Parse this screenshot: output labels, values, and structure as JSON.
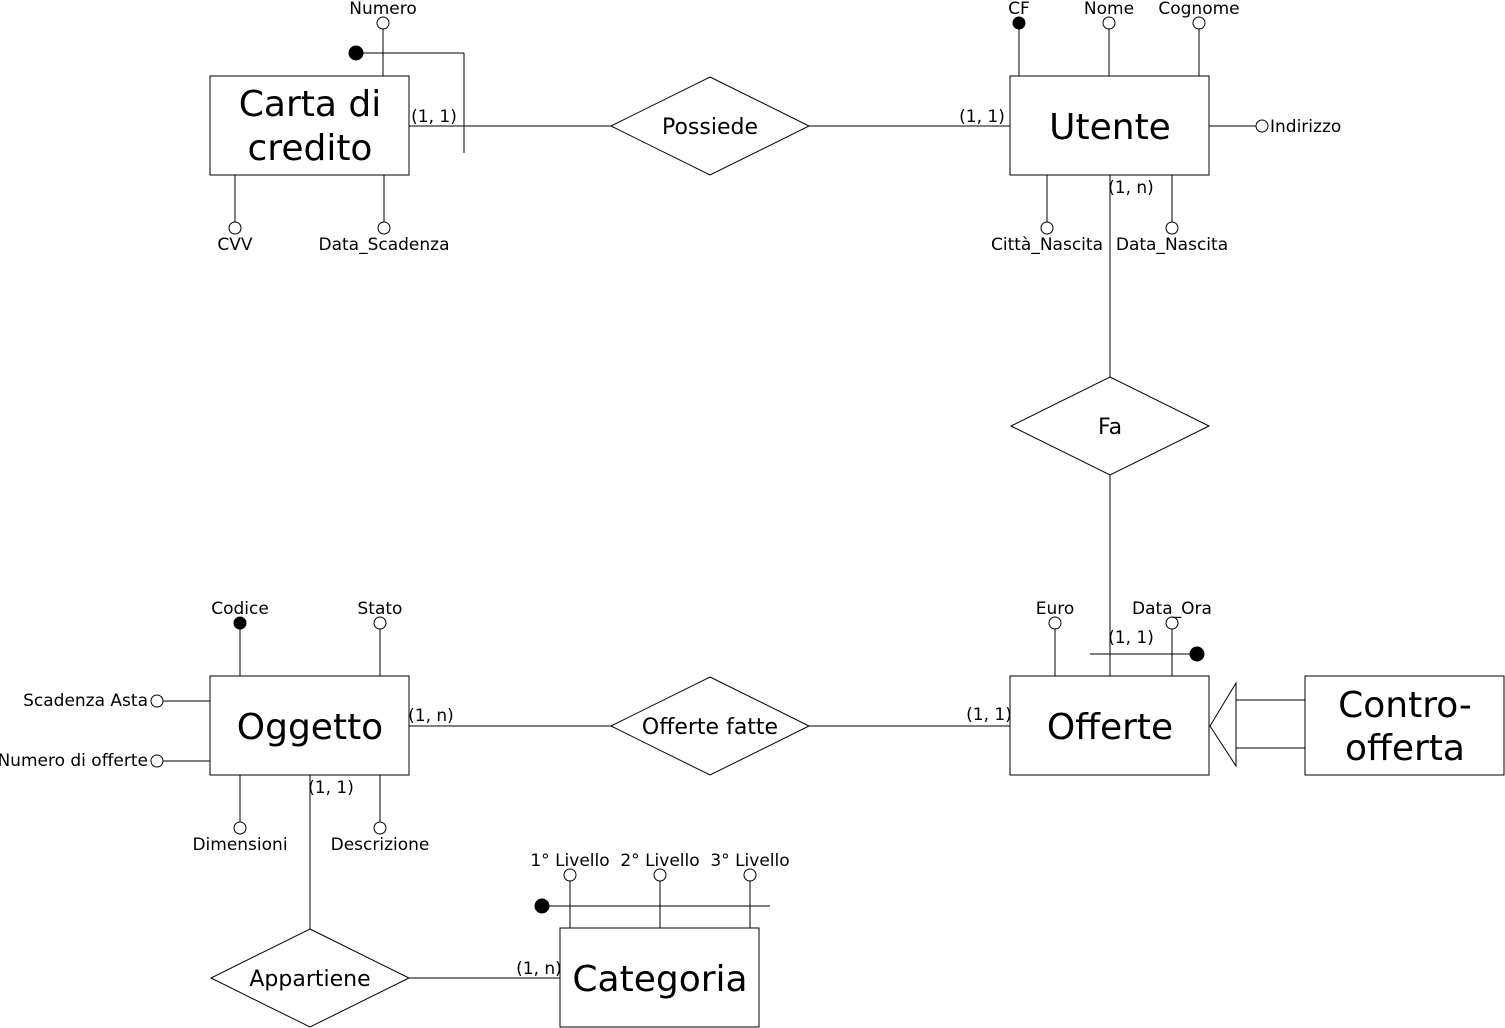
{
  "entities": {
    "carta": {
      "line1": "Carta di",
      "line2": "credito"
    },
    "utente": "Utente",
    "oggetto": "Oggetto",
    "offerte": "Offerte",
    "controfferta": {
      "line1": "Contro-",
      "line2": "offerta"
    },
    "categoria": "Categoria"
  },
  "relationships": {
    "possiede": "Possiede",
    "fa": "Fa",
    "offerte_fatte": "Offerte fatte",
    "appartiene": "Appartiene"
  },
  "attributes": {
    "carta": {
      "numero": "Numero",
      "cvv": "CVV",
      "data_scadenza": "Data_Scadenza"
    },
    "utente": {
      "cf": "CF",
      "nome": "Nome",
      "cognome": "Cognome",
      "indirizzo": "Indirizzo",
      "citta_nascita": "Città_Nascita",
      "data_nascita": "Data_Nascita"
    },
    "oggetto": {
      "codice": "Codice",
      "stato": "Stato",
      "scadenza_asta": "Scadenza Asta",
      "numero_offerte": "Numero di offerte",
      "dimensioni": "Dimensioni",
      "descrizione": "Descrizione"
    },
    "offerte": {
      "euro": "Euro",
      "data_ora": "Data_Ora"
    },
    "categoria": {
      "livello1": "1° Livello",
      "livello2": "2° Livello",
      "livello3": "3° Livello"
    }
  },
  "cardinalities": {
    "carta_possiede": "(1, 1)",
    "utente_possiede": "(1, 1)",
    "utente_fa": "(1, n)",
    "offerte_fa": "(1, 1)",
    "oggetto_offerte_fatte": "(1, n)",
    "offerte_offerte_fatte": "(1, 1)",
    "oggetto_appartiene": "(1, 1)",
    "categoria_appartiene": "(1, n)"
  }
}
